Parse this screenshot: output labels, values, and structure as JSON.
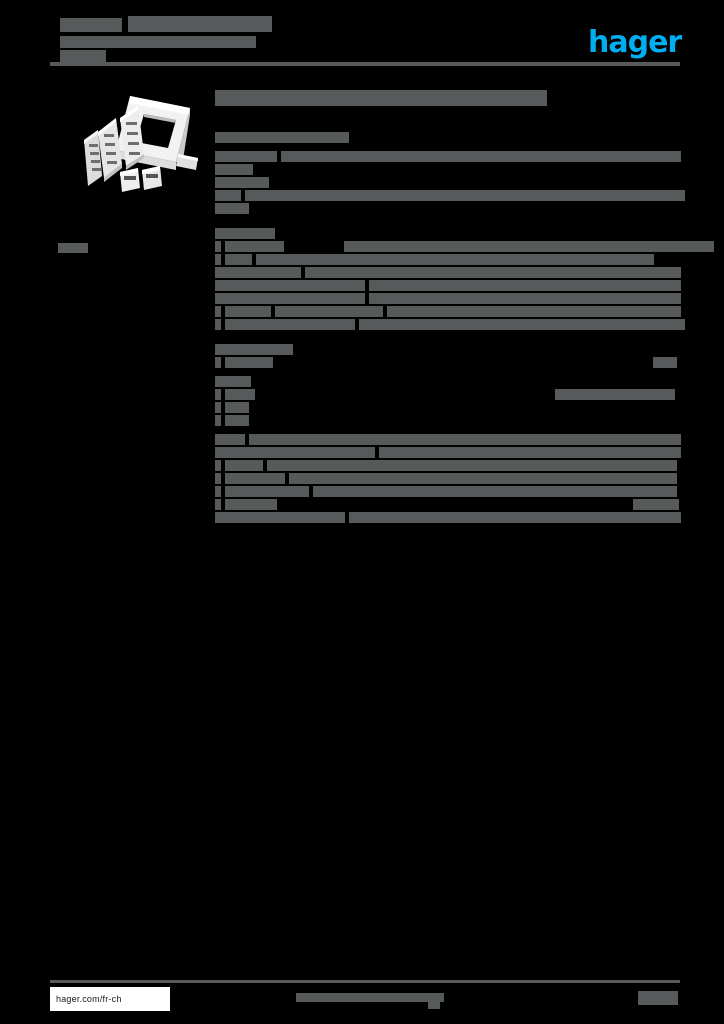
{
  "document": {
    "brand_logo_text": "hager",
    "brand_color": "#00aeef",
    "redaction_color": "#575a5a",
    "background_color": "#000000",
    "header": {
      "doc_code": "",
      "doc_title": "",
      "doc_subtitle": "",
      "doc_subtitle_secondary": ""
    },
    "product_image": {
      "alt": "white modular wall plate frame with mounting claws and rails",
      "icon": "product-photo"
    },
    "left_rail": {
      "label": ""
    },
    "main": {
      "page_title": "",
      "section_heading": "",
      "groups": [
        {
          "rows": [
            {
              "label_w": 62,
              "value_w": 400,
              "label": "",
              "value": ""
            },
            {
              "label_w": 38,
              "value_w": 0,
              "label": "",
              "value": ""
            },
            {
              "label_w": 54,
              "value_w": 0,
              "label": "",
              "value": ""
            },
            {
              "label_w": 26,
              "value_w": 440,
              "label": "",
              "value": ""
            },
            {
              "label_w": 34,
              "value_w": 0,
              "label": "",
              "value": ""
            }
          ]
        },
        {
          "rows": [
            {
              "label_w": 60,
              "value_w": 0,
              "label": "",
              "value": ""
            },
            {
              "label_w": 6,
              "value_w": 59,
              "label": "",
              "value": ""
            },
            {
              "label_w": 6,
              "value_w": 27,
              "label": "",
              "value": ""
            },
            {
              "label_w": 86,
              "value_w": 0,
              "label": "",
              "value": ""
            },
            {
              "label_w": 150,
              "value_w": 0,
              "label": "",
              "value": ""
            },
            {
              "label_w": 150,
              "value_w": 0,
              "label": "",
              "value": ""
            },
            {
              "label_w": 6,
              "value_w": 46,
              "label": "",
              "value": ""
            },
            {
              "label_w": 6,
              "value_w": 130,
              "label": "",
              "value": ""
            }
          ]
        },
        {
          "rows": [
            {
              "label_w": 78,
              "value_w": 0,
              "label": "",
              "value": ""
            },
            {
              "label_w": 6,
              "value_w": 48,
              "label": "",
              "value": ""
            }
          ]
        },
        {
          "rows": [
            {
              "label_w": 36,
              "value_w": 0,
              "label": "",
              "value": ""
            },
            {
              "label_w": 6,
              "value_w": 30,
              "label": "",
              "value": ""
            },
            {
              "label_w": 6,
              "value_w": 24,
              "label": "",
              "value": ""
            },
            {
              "label_w": 6,
              "value_w": 24,
              "label": "",
              "value": ""
            }
          ]
        },
        {
          "rows": [
            {
              "label_w": 30,
              "value_w": 432,
              "label": "",
              "value": ""
            },
            {
              "label_w": 160,
              "value_w": 0,
              "label": "",
              "value": ""
            },
            {
              "label_w": 6,
              "value_w": 38,
              "label": "",
              "value": ""
            },
            {
              "label_w": 6,
              "value_w": 60,
              "label": "",
              "value": ""
            },
            {
              "label_w": 6,
              "value_w": 84,
              "label": "",
              "value": ""
            },
            {
              "label_w": 6,
              "value_w": 52,
              "label": "",
              "value": ""
            },
            {
              "label_w": 130,
              "value_w": 0,
              "label": "",
              "value": ""
            }
          ]
        }
      ]
    },
    "footer": {
      "url": "hager.com/fr-ch",
      "center_note": "",
      "page_number": ""
    }
  }
}
